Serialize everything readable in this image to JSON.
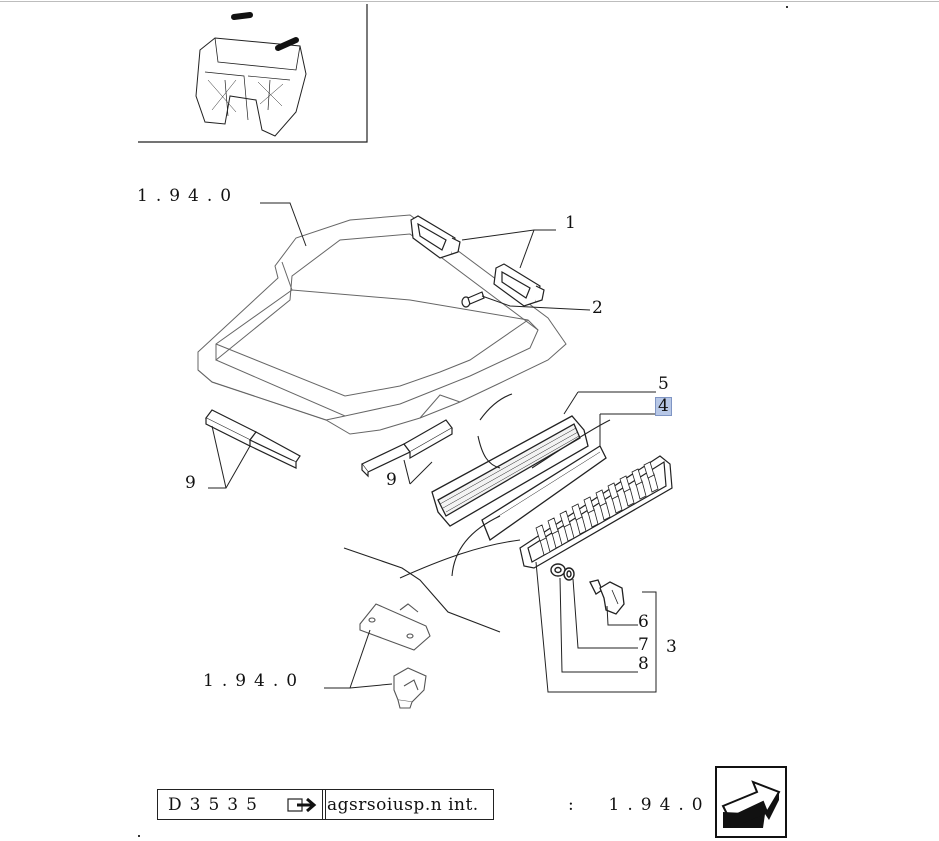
{
  "callouts": {
    "c1": "1",
    "c2": "2",
    "c3": "3",
    "c4": "4",
    "c5": "5",
    "c6": "6",
    "c7": "7",
    "c8": "8",
    "c9a": "9",
    "c9b": "9"
  },
  "references": {
    "top": "1.94.0",
    "bottom": "1.94.0"
  },
  "footer": {
    "code": "D3535",
    "text": "agsrsoiusp.n int.",
    "ref": ":  1.94.0"
  },
  "icons": {
    "arrow": "right-arrow-icon",
    "nav": "next-page-arrow-icon"
  }
}
